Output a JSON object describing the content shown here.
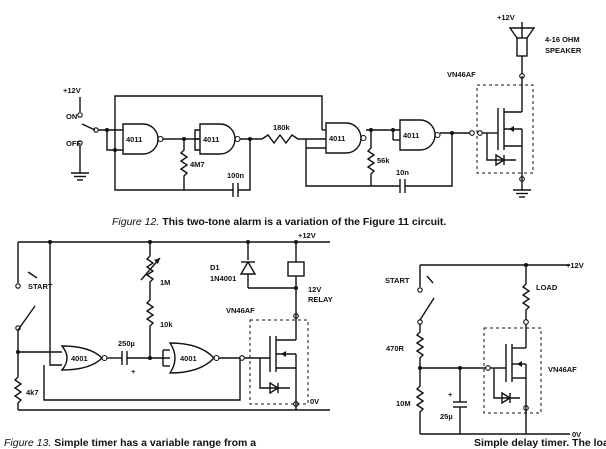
{
  "figure12": {
    "caption_label": "Figure 12.",
    "caption_text": " This two-tone alarm is a variation of the Figure 11 circuit.",
    "supply": "+12V",
    "switch_on": "ON",
    "switch_off": "OFF",
    "gates": [
      "4011",
      "4011",
      "4011",
      "4011"
    ],
    "r1": "4M7",
    "c1": "100n",
    "r2": "180k",
    "r3": "56k",
    "c2": "10n",
    "fet": "VN46AF",
    "speaker_line1": "4-16 OHM",
    "speaker_line2": "SPEAKER",
    "speaker_supply": "+12V"
  },
  "figure13": {
    "caption_label": "Figure 13.",
    "caption_text": " Simple timer has a variable range from a",
    "supply": "+12V",
    "start": "START",
    "gates": [
      "4001",
      "4001"
    ],
    "rv": "1M",
    "r1": "10k",
    "c1": "250µ",
    "c1_pol": "+",
    "r2": "4k7",
    "diode_ref": "D1",
    "diode_type": "1N4001",
    "relay_line1": "12V",
    "relay_line2": "RELAY",
    "fet": "VN46AF",
    "ground": "0V"
  },
  "figure14": {
    "caption_fragment": "Simple delay timer. The load",
    "supply": "+12V",
    "start": "START",
    "load": "LOAD",
    "r1": "470R",
    "r2": "10M",
    "c1": "25µ",
    "c1_pol": "+",
    "fet": "VN46AF",
    "ground": "0V"
  }
}
